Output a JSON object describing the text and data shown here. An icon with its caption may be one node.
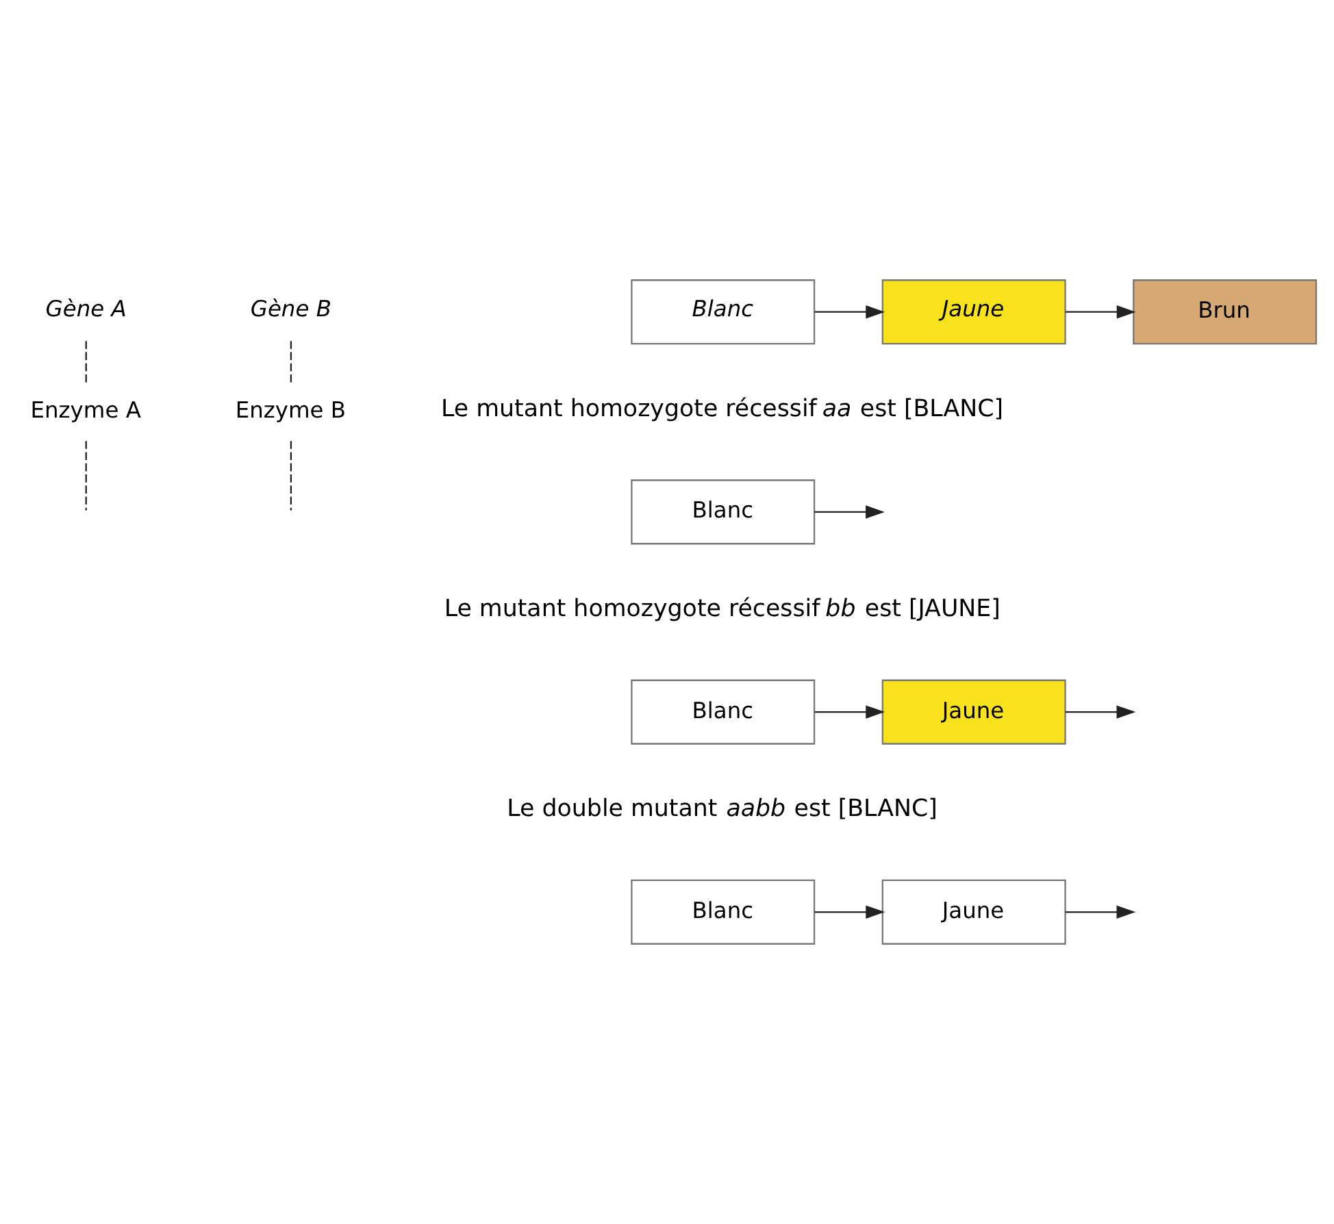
{
  "diagram": {
    "nodes": [
      {
        "text": [
          "Gène A"
        ]
      },
      {
        "text": [
          "Gène B"
        ]
      },
      {
        "text": [
          "Enzyme A"
        ]
      },
      {
        "text": [
          "Enzyme B"
        ]
      },
      {
        "text": [
          "Blanc"
        ]
      },
      {
        "text": [
          "Jaune"
        ]
      },
      {
        "text": [
          "Brun"
        ]
      },
      {
        "text": [
          "Blanc"
        ]
      },
      {
        "text": [
          "Blanc"
        ]
      },
      {
        "text": [
          "Jaune"
        ]
      },
      {
        "text": [
          "Blanc"
        ]
      },
      {
        "text": [
          "Jaune"
        ]
      }
    ],
    "edges": [
      {
        "from": 0,
        "to": 2,
        "arrow": "none",
        "style": "dashed"
      },
      {
        "from": 1,
        "to": 3,
        "arrow": "none",
        "style": "dashed"
      },
      {
        "from": 2,
        "to": null,
        "arrow": "none",
        "style": "dashed"
      },
      {
        "from": 3,
        "to": null,
        "arrow": "none",
        "style": "dashed"
      },
      {
        "from": 4,
        "to": 5,
        "arrow": "to"
      },
      {
        "from": 5,
        "to": 6,
        "arrow": "to"
      },
      {
        "from": 7,
        "to": null,
        "arrow": "to"
      },
      {
        "from": 8,
        "to": 9,
        "arrow": "to"
      },
      {
        "from": 9,
        "to": null,
        "arrow": "to"
      },
      {
        "from": 10,
        "to": 11,
        "arrow": "to"
      },
      {
        "from": 11,
        "to": null,
        "arrow": "to"
      }
    ],
    "labels": [
      "Le mutant homozygote récessif *aa* est [BLANC]",
      "Le mutant homozygote récessif *bb* est [JAUNE]",
      "Le double mutant *aabb* est [BLANC]"
    ]
  }
}
